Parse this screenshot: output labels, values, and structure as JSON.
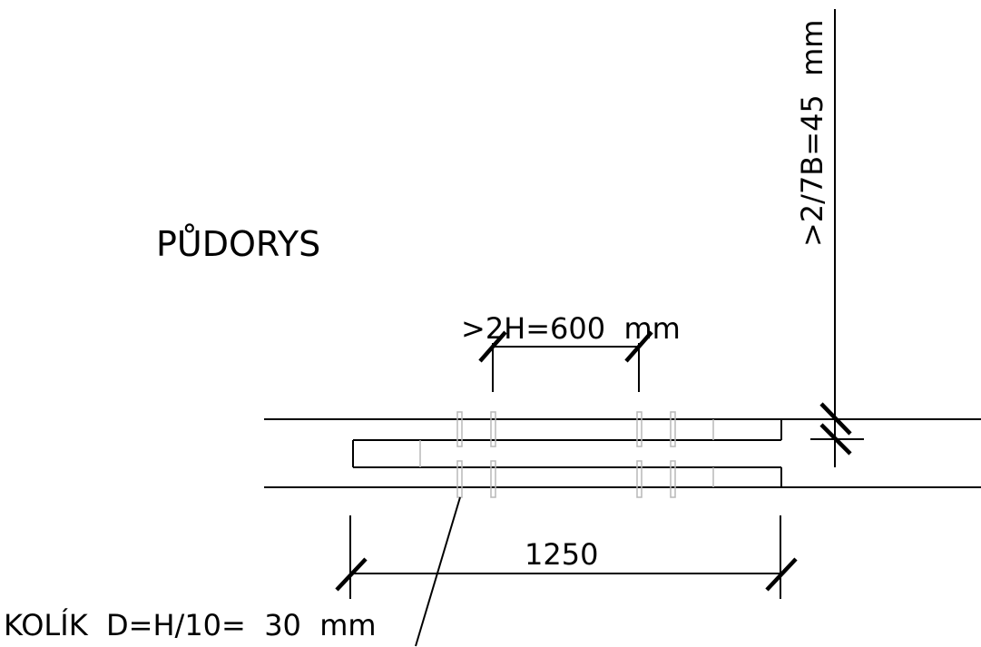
{
  "drawing": {
    "title": "PŮDORYS",
    "dim_top": ">2H=600  mm",
    "dim_right": ">2/7B=45  mm",
    "dim_bottom": "1250",
    "dowel_note": "KOLÍK  D=H/10=  30  mm"
  },
  "colors": {
    "line": "#000000",
    "dowel": "#b8b8b8",
    "background": "#ffffff"
  }
}
